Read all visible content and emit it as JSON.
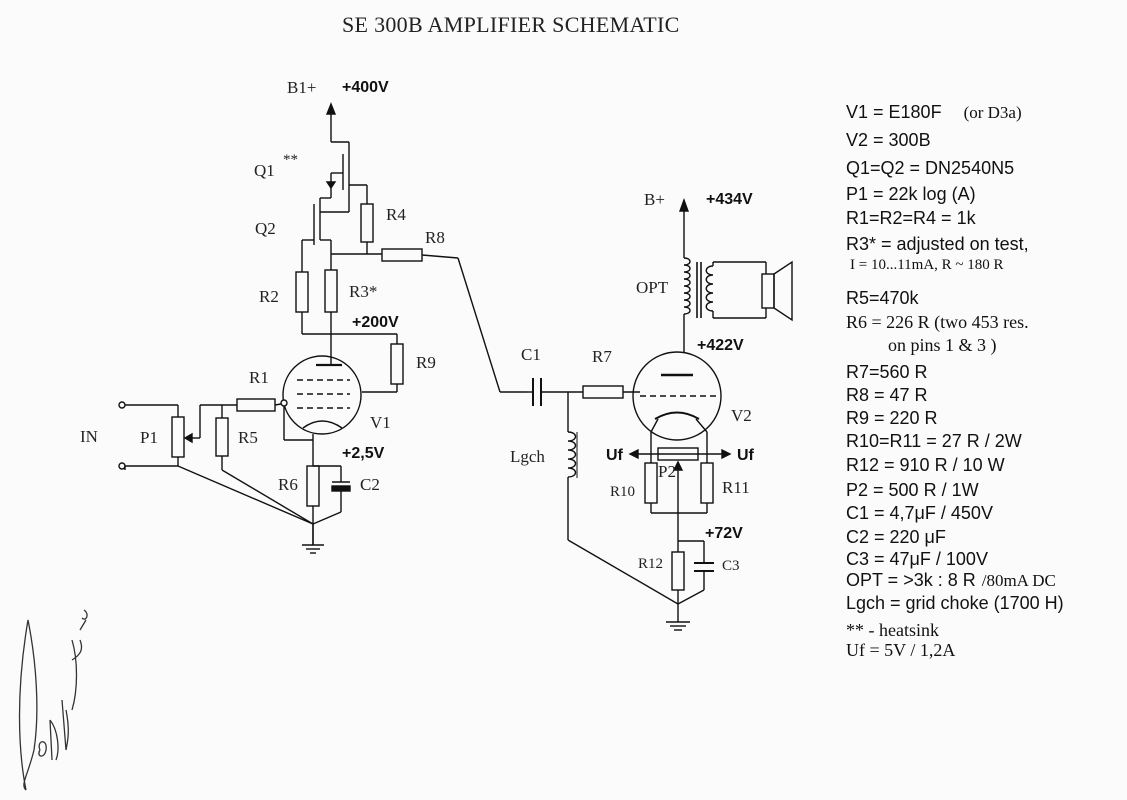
{
  "title": "SE 300B AMPLIFIER SCHEMATIC",
  "schematic": {
    "supply_b1": "B1+",
    "supply_b1_voltage": "+400V",
    "supply_b": "B+",
    "supply_b_voltage": "+434V",
    "node_200": "+200V",
    "node_2_5": "+2,5V",
    "node_422": "+422V",
    "node_72": "+72V",
    "input": "IN",
    "filament_left": "Uf",
    "filament_right": "Uf",
    "labels": {
      "Q1": "Q1",
      "Q1_mark": "**",
      "Q2": "Q2",
      "R1": "R1",
      "R2": "R2",
      "R3": "R3*",
      "R4": "R4",
      "R5": "R5",
      "R6": "R6",
      "R7": "R7",
      "R8": "R8",
      "R9": "R9",
      "R10": "R10",
      "R11": "R11",
      "R12": "R12",
      "P1": "P1",
      "P2": "P2",
      "C1": "C1",
      "C2": "C2",
      "C3": "C3",
      "V1": "V1",
      "V2": "V2",
      "OPT": "OPT",
      "Lgch": "Lgch"
    }
  },
  "parts_list": [
    {
      "text": "V1 = E180F",
      "extra": "(or D3a)",
      "style": "sans"
    },
    {
      "text": "V2 = 300B",
      "style": "sans"
    },
    {
      "text": "Q1=Q2 = DN2540N5",
      "style": "sans"
    },
    {
      "text": "P1 = 22k log (A)",
      "style": "sans"
    },
    {
      "text": "R1=R2=R4 = 1k",
      "style": "sans"
    },
    {
      "text": "R3* = adjusted on test,",
      "style": "sans"
    },
    {
      "text": "I = 10...11mA, R ~ 180 R",
      "style": "serif-small"
    },
    {
      "text": "R5=470k",
      "style": "sans"
    },
    {
      "text": "R6 = 226 R (two 453 res.",
      "style": "serif"
    },
    {
      "text": "on pins 1 & 3   )",
      "style": "serif"
    },
    {
      "text": "R7=560 R",
      "style": "sans"
    },
    {
      "text": "R8 = 47 R",
      "style": "sans"
    },
    {
      "text": "R9 = 220 R",
      "style": "sans"
    },
    {
      "text": "R10=R11 = 27 R / 2W",
      "style": "sans"
    },
    {
      "text": "R12 = 910 R / 10 W",
      "style": "sans"
    },
    {
      "text": "P2 = 500 R / 1W",
      "style": "sans"
    },
    {
      "text": "C1 = 4,7μF / 450V",
      "style": "sans"
    },
    {
      "text": "C2 = 220 μF",
      "style": "sans"
    },
    {
      "text": "C3 = 47μF / 100V",
      "style": "sans"
    },
    {
      "text": "OPT = >3k : 8 R",
      "extra": "/80mA DC",
      "style": "sans"
    },
    {
      "text": "Lgch = grid choke (1700 H)",
      "style": "sans"
    },
    {
      "text": "** - heatsink",
      "style": "serif"
    },
    {
      "text": "Uf = 5V / 1,2A",
      "style": "serif"
    }
  ],
  "colors": {
    "ink": "#111111",
    "paper": "#fbfbfb"
  }
}
